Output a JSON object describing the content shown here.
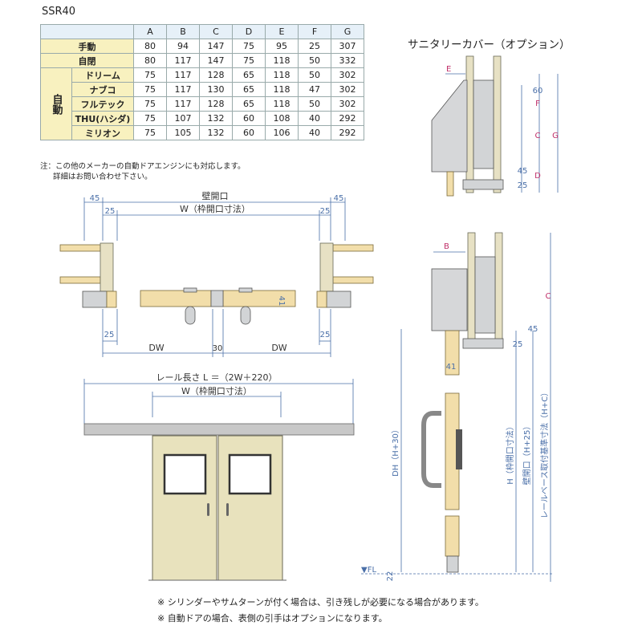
{
  "model": "SSR40",
  "table": {
    "columns": [
      "A",
      "B",
      "C",
      "D",
      "E",
      "F",
      "G"
    ],
    "rows": [
      {
        "label": "手動",
        "values": [
          "80",
          "94",
          "147",
          "75",
          "95",
          "25",
          "307"
        ]
      },
      {
        "label": "自閉",
        "values": [
          "80",
          "117",
          "147",
          "75",
          "118",
          "50",
          "332"
        ]
      }
    ],
    "auto_group_label": "自動",
    "auto_rows": [
      {
        "label": "ドリーム",
        "values": [
          "75",
          "117",
          "128",
          "65",
          "118",
          "50",
          "302"
        ]
      },
      {
        "label": "ナブコ",
        "values": [
          "75",
          "117",
          "130",
          "65",
          "118",
          "47",
          "302"
        ]
      },
      {
        "label": "フルテック",
        "values": [
          "75",
          "117",
          "128",
          "65",
          "118",
          "50",
          "302"
        ]
      },
      {
        "label": "THU(ハシダ)",
        "values": [
          "75",
          "107",
          "132",
          "60",
          "108",
          "40",
          "292"
        ]
      },
      {
        "label": "ミリオン",
        "values": [
          "75",
          "105",
          "132",
          "60",
          "106",
          "40",
          "292"
        ]
      }
    ]
  },
  "notes": {
    "line1": "注：この他のメーカーの自動ドアエンジンにも対応します。",
    "line2": "詳細はお問い合わせ下さい。"
  },
  "sanitary_title": "サニタリーカバー（オプション）",
  "plan": {
    "wall_opening": "壁開口",
    "w_frame": "W（枠開口寸法）",
    "dim_45_left": "45",
    "dim_45_right": "45",
    "dim_25_left": "25",
    "dim_25_right": "25",
    "dim_25_bl": "25",
    "dim_25_br": "25",
    "dw_left": "DW",
    "dw_right": "DW",
    "dim_30": "30",
    "dim_41": "41"
  },
  "elevation": {
    "rail_length": "レール長さ  L ＝（2W＋220）",
    "w_frame": "W（枠開口寸法）"
  },
  "section": {
    "E": "E",
    "F": "F",
    "C": "C",
    "G": "G",
    "D": "D",
    "dim_60": "60",
    "dim_45": "45",
    "dim_25": "25",
    "B": "B",
    "C2": "C",
    "dim_45b": "45",
    "dim_25b": "25",
    "dim_41": "41",
    "DH": "DH（H+30）",
    "H": "H（枠開口寸法）",
    "wall": "壁開口（H+25）",
    "rail_base": "レールベース取付基準寸法（H+C）",
    "FL": "▼FL",
    "dim_22": "22"
  },
  "footnotes": {
    "f1": "※ シリンダーやサムターンが付く場合は、引き残しが必要になる場合があります。",
    "f2": "※ 自動ドアの場合、表側の引手はオプションになります。"
  },
  "colors": {
    "table_label_bg": "#f8f1bf",
    "table_header_bg": "#e6f0f8",
    "dimension_blue": "#4a6fa8",
    "dimension_magenta": "#c0306a",
    "door_panel": "#e8e2bd",
    "wood": "#f2deaa"
  }
}
